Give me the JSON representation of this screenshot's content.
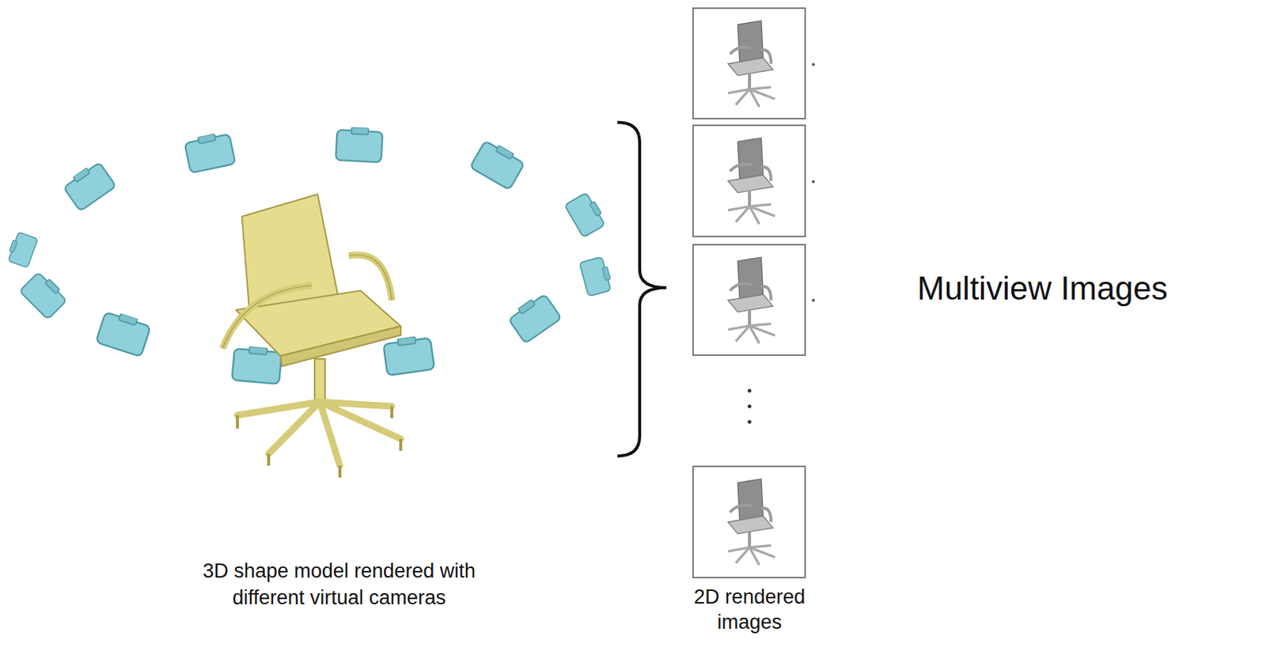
{
  "diagram": {
    "labels": [
      "3D shape model rendered with different virtual cameras",
      "2D rendered images",
      "Multiview Images"
    ]
  }
}
